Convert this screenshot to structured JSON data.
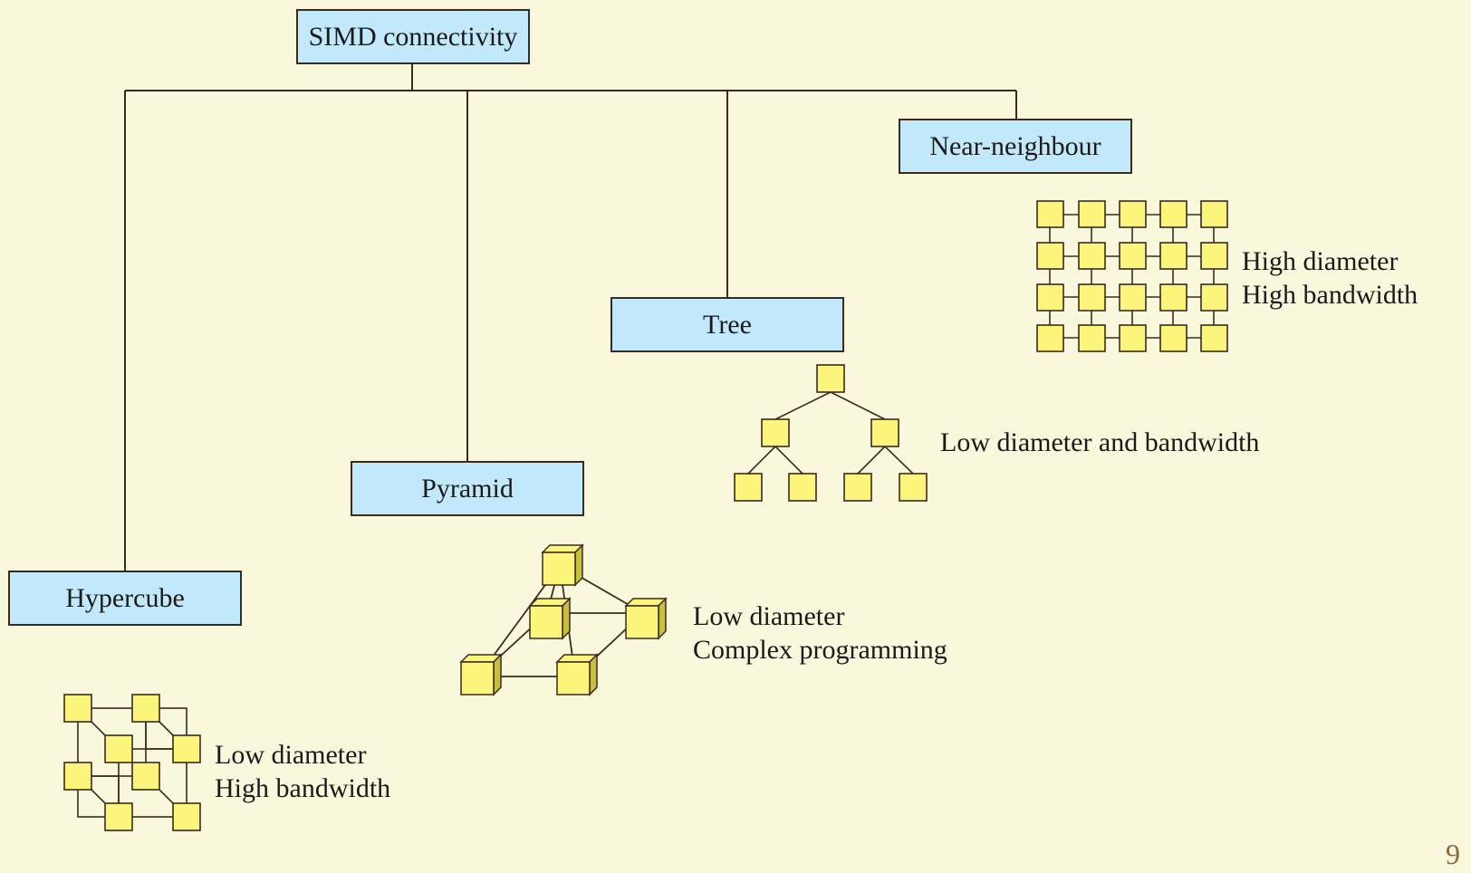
{
  "root": {
    "label": "SIMD connectivity"
  },
  "branches": {
    "hypercube": {
      "label": "Hypercube",
      "desc": [
        "Low diameter",
        "High bandwidth"
      ]
    },
    "pyramid": {
      "label": "Pyramid",
      "desc": [
        "Low diameter",
        "Complex programming"
      ]
    },
    "tree": {
      "label": "Tree",
      "desc": [
        "Low diameter and bandwidth"
      ]
    },
    "near_neighbour": {
      "label": "Near-neighbour",
      "desc": [
        "High diameter",
        "High bandwidth"
      ]
    }
  },
  "page_number": "9",
  "colors": {
    "background": "#faf8dc",
    "node_fill": "#c2e9fb",
    "processor_fill": "#fbf57c",
    "line": "#3b2a20"
  }
}
